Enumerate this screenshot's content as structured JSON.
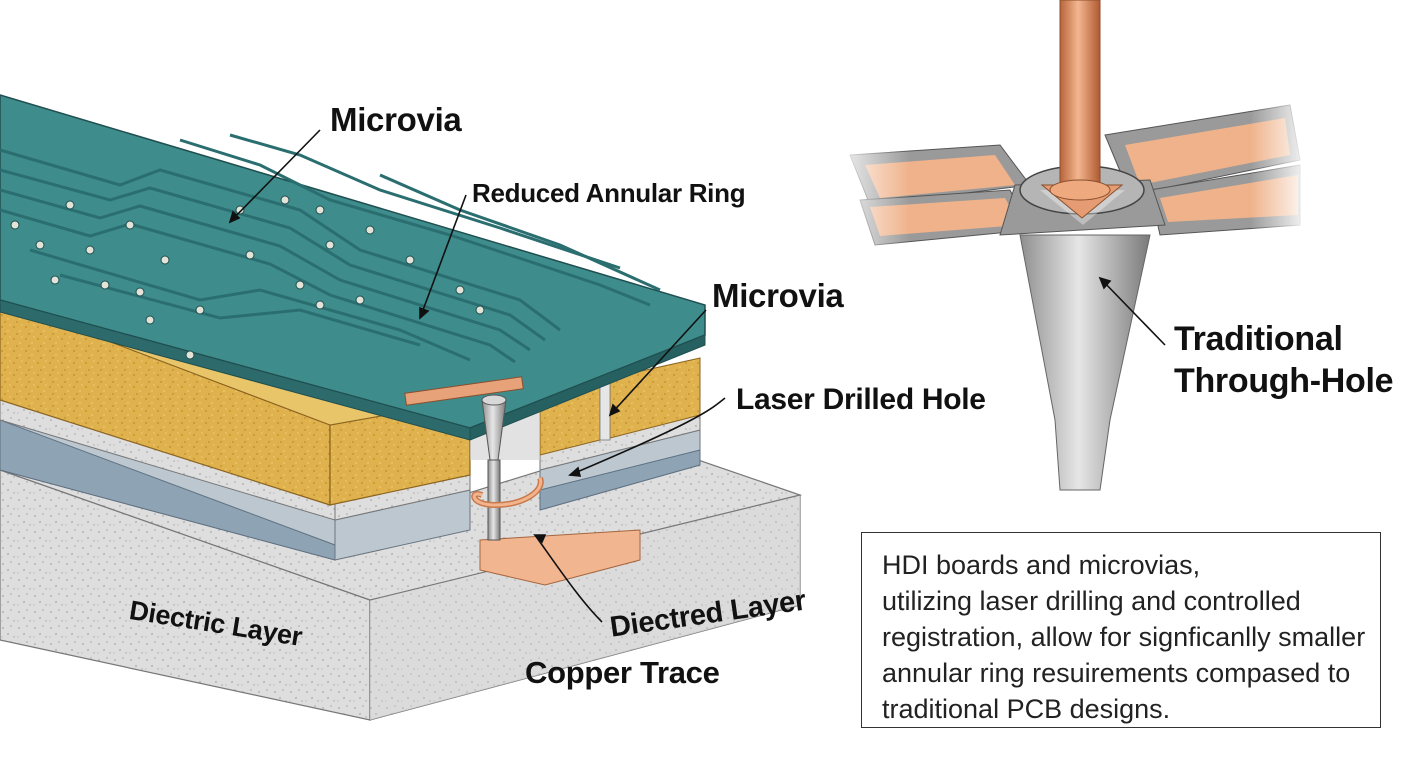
{
  "labels": {
    "microvia_top": "Microvia",
    "reduced_annular_ring": "Reduced Annular Ring",
    "microvia_mid": "Microvia",
    "laser_drilled_hole": "Laser Drilled Hole",
    "traditional_line1": "Traditional",
    "traditional_line2": "Through-Hole",
    "dielectric_layer": "Diectric Layer",
    "diectred_layer": "Diectred Layer",
    "copper_trace": "Copper Trace"
  },
  "note": {
    "lines": [
      "HDI boards and microvias,",
      "utilizing laser drilling and controlled",
      "registration, allow for signficanlly smaller",
      "annular ring resuirements compased to",
      "traditional PCB designs."
    ]
  },
  "colors": {
    "pcb_green": "#3f8c8c",
    "trace_green": "#2a6e70",
    "copper": "#e8a27a",
    "dielectric_yellow": "#e0b24e",
    "substrate_gray": "#dcdcdc",
    "blue_layer": "#8ea3b4"
  }
}
